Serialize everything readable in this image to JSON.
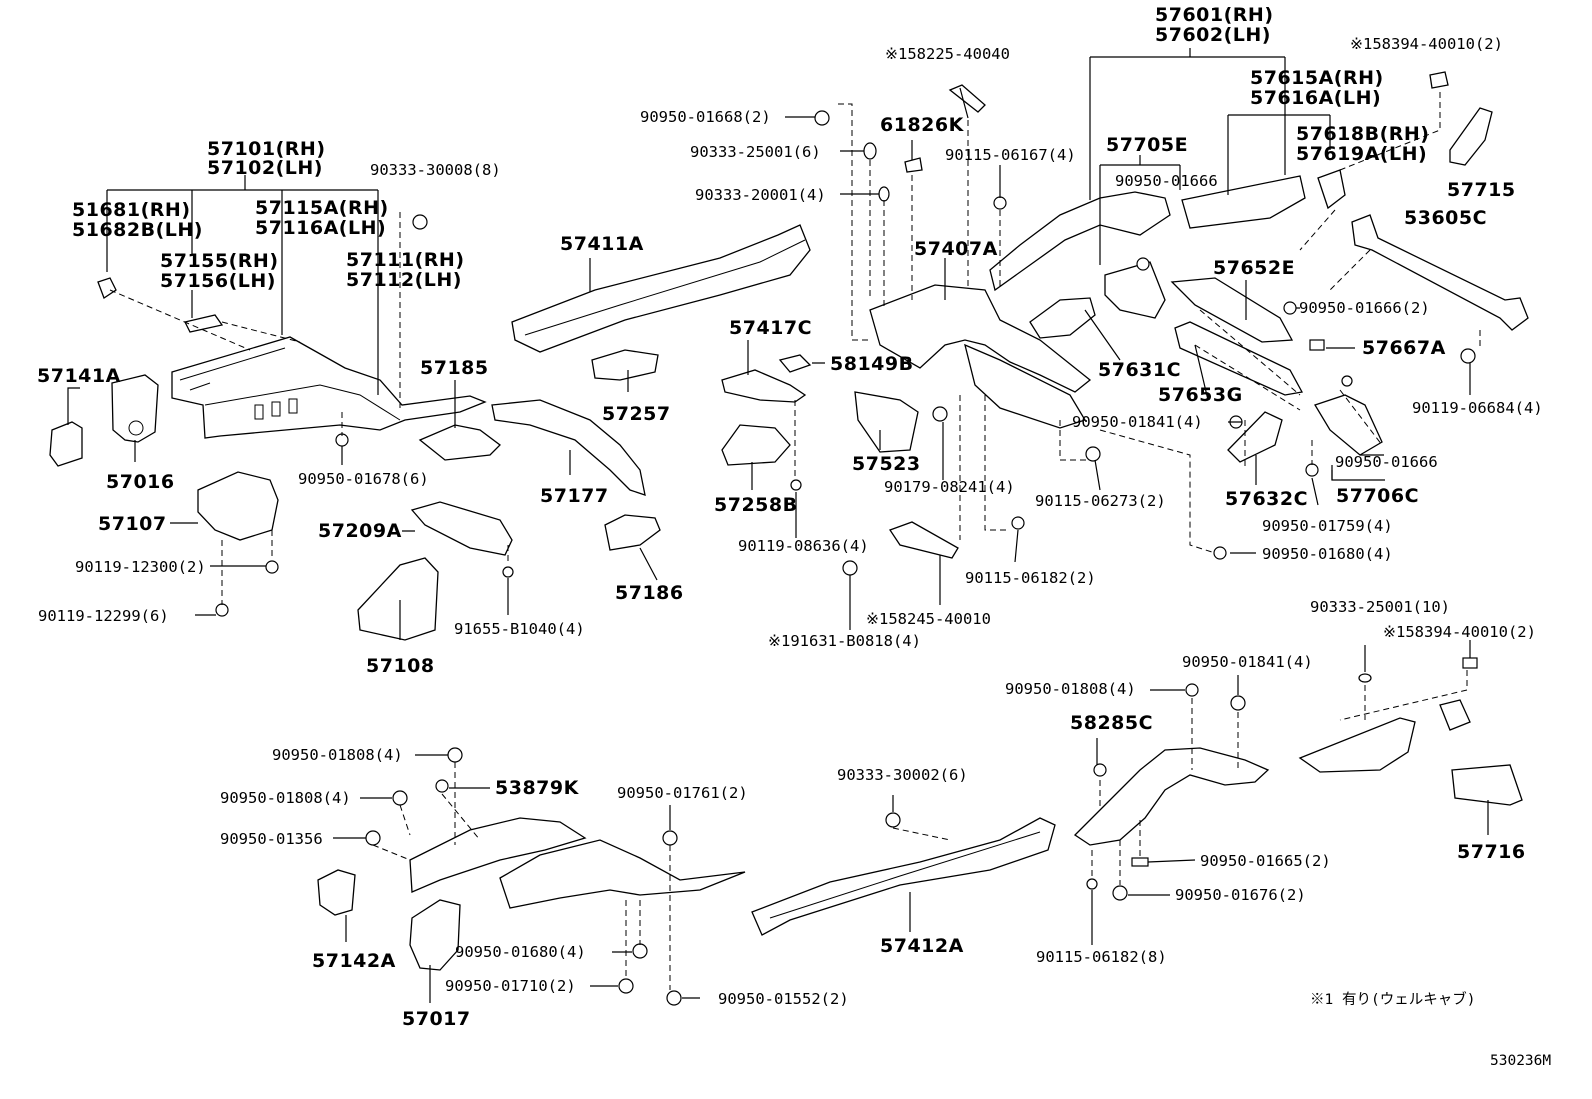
{
  "diagram": {
    "labels": {
      "p57601": "57601(RH)",
      "p57602": "57602(LH)",
      "p158225": "※158225-40040",
      "p158394a": "※158394-40010(2)",
      "p57615": "57615A(RH)",
      "p57616": "57616A(LH)",
      "p57618": "57618B(RH)",
      "p57619": "57619A(LH)",
      "p57715": "57715",
      "p53605": "53605C",
      "p90950_01668": "90950-01668(2)",
      "p90333_25001a": "90333-25001(6)",
      "p90333_20001": "90333-20001(4)",
      "p61826": "61826K",
      "p90115_06167": "90115-06167(4)",
      "p57705": "57705E",
      "p90950_01666a": "90950-01666",
      "p57101": "57101(RH)",
      "p57102": "57102(LH)",
      "p90333_30008": "90333-30008(8)",
      "p51681": "51681(RH)",
      "p51682": "51682B(LH)",
      "p57115": "57115A(RH)",
      "p57116": "57116A(LH)",
      "p57155": "57155(RH)",
      "p57156": "57156(LH)",
      "p57111": "57111(RH)",
      "p57112": "57112(LH)",
      "p57411": "57411A",
      "p57407": "57407A",
      "p57652": "57652E",
      "p90950_01666b": "90950-01666(2)",
      "p57667": "57667A",
      "p57141": "57141A",
      "p57185": "57185",
      "p57417": "57417C",
      "p58149": "58149B",
      "p57631": "57631C",
      "p57653": "57653G",
      "p90119_06684": "90119-06684(4)",
      "p57257": "57257",
      "p57016": "57016",
      "p90950_01678": "90950-01678(6)",
      "p57523": "57523",
      "p90950_01841a": "90950-01841(4)",
      "p90950_01666c": "90950-01666",
      "p57177": "57177",
      "p57258": "57258B",
      "p90179_08241": "90179-08241(4)",
      "p90115_06273": "90115-06273(2)",
      "p57632": "57632C",
      "p57706": "57706C",
      "p57107": "57107",
      "p57209": "57209A",
      "p90950_01759": "90950-01759(4)",
      "p90119_08636": "90119-08636(4)",
      "p90119_12300": "90119-12300(2)",
      "p57186": "57186",
      "p90115_06182a": "90115-06182(2)",
      "p90950_01680a": "90950-01680(4)",
      "p90119_12299": "90119-12299(6)",
      "p91655": "91655-B1040(4)",
      "p158245": "※158245-40010",
      "p191631": "※191631-B0818(4)",
      "p57108": "57108",
      "p90333_25001b": "90333-25001(10)",
      "p158394b": "※158394-40010(2)",
      "p90950_01841b": "90950-01841(4)",
      "p90950_01808a": "90950-01808(4)",
      "p58285": "58285C",
      "p90950_01808b": "90950-01808(4)",
      "p53879": "53879K",
      "p90950_01808c": "90950-01808(4)",
      "p90950_01761": "90950-01761(2)",
      "p90333_30002": "90333-30002(6)",
      "p90950_01356": "90950-01356",
      "p57716": "57716",
      "p90950_01665": "90950-01665(2)",
      "p90950_01676": "90950-01676(2)",
      "p57142": "57142A",
      "p90950_01680b": "90950-01680(4)",
      "p57412": "57412A",
      "p90115_06182b": "90115-06182(8)",
      "p90950_01710": "90950-01710(2)",
      "p90950_01552": "90950-01552(2)",
      "p57017": "57017",
      "note": "※1 有り(ウェルキャブ)",
      "code": "530236M"
    }
  }
}
